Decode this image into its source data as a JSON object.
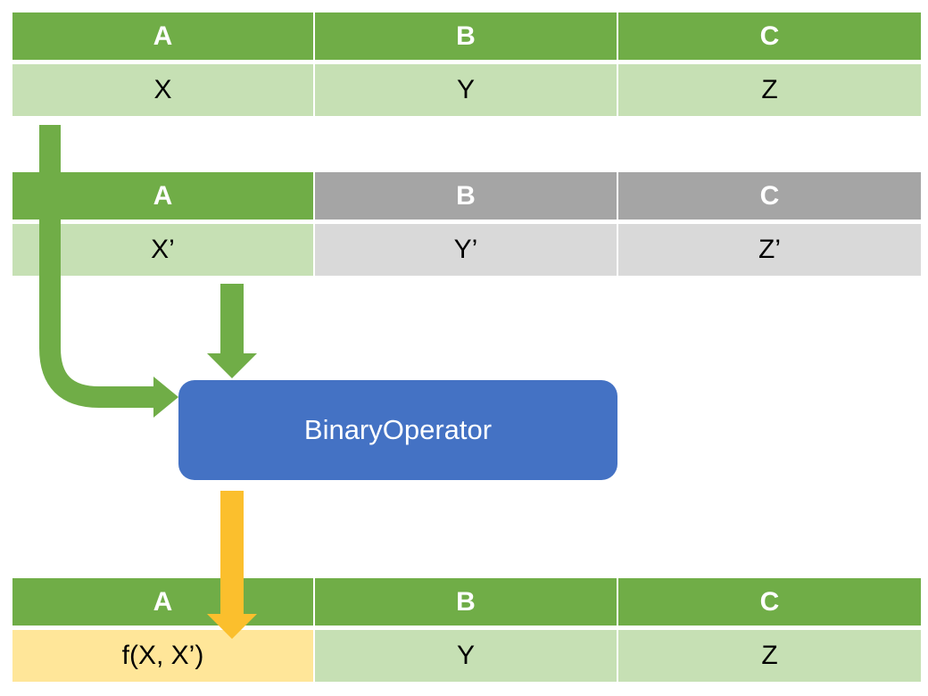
{
  "table_input1": {
    "headers": [
      "A",
      "B",
      "C"
    ],
    "values": [
      "X",
      "Y",
      "Z"
    ]
  },
  "table_input2": {
    "headers": [
      "A",
      "B",
      "C"
    ],
    "values": [
      "X’",
      "Y’",
      "Z’"
    ]
  },
  "operator": {
    "label": "BinaryOperator"
  },
  "table_result": {
    "headers": [
      "A",
      "B",
      "C"
    ],
    "values": [
      "f(X, X’)",
      "Y",
      "Z"
    ]
  },
  "colors": {
    "green_header": "#70ad47",
    "green_cell": "#c6e0b4",
    "gray_header": "#a5a5a5",
    "gray_cell": "#d9d9d9",
    "yellow_cell": "#ffe699",
    "operator_blue": "#4472c4",
    "arrow_green": "#70ad47",
    "arrow_gold": "#fbbf2d"
  }
}
